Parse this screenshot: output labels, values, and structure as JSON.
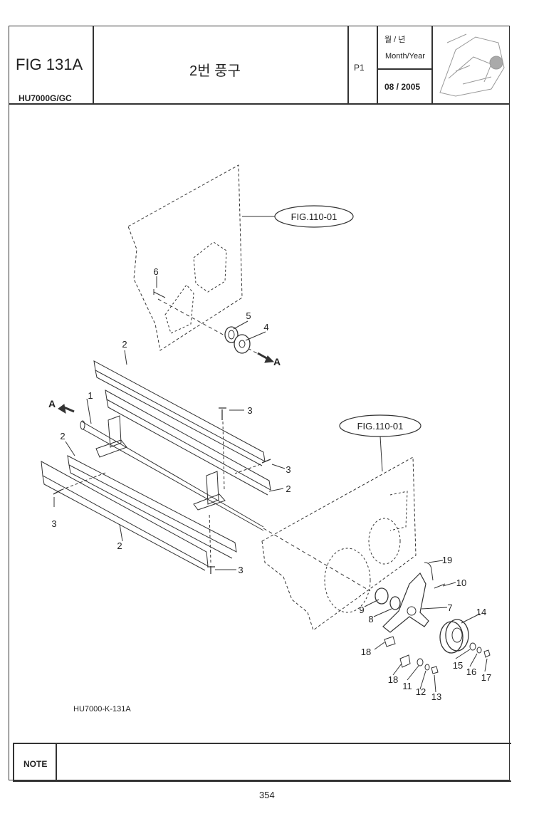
{
  "header": {
    "figure_id": "FIG 131A",
    "model": "HU7000G/GC",
    "title": "2번 풍구",
    "page_label": "P1",
    "month_year_korean": "월 / 년",
    "month_year_english": "Month/Year",
    "date": "08 / 2005"
  },
  "drawing": {
    "references": [
      "FIG.110-01",
      "FIG.110-01"
    ],
    "arrow_labels": [
      "A",
      "A"
    ],
    "callouts": [
      "1",
      "2",
      "2",
      "2",
      "2",
      "3",
      "3",
      "3",
      "3",
      "4",
      "5",
      "6",
      "7",
      "8",
      "9",
      "10",
      "11",
      "12",
      "13",
      "14",
      "15",
      "16",
      "17",
      "18",
      "18",
      "19"
    ],
    "drawing_code": "HU7000-K-131A"
  },
  "footer": {
    "note_label": "NOTE",
    "page_number": "354"
  }
}
